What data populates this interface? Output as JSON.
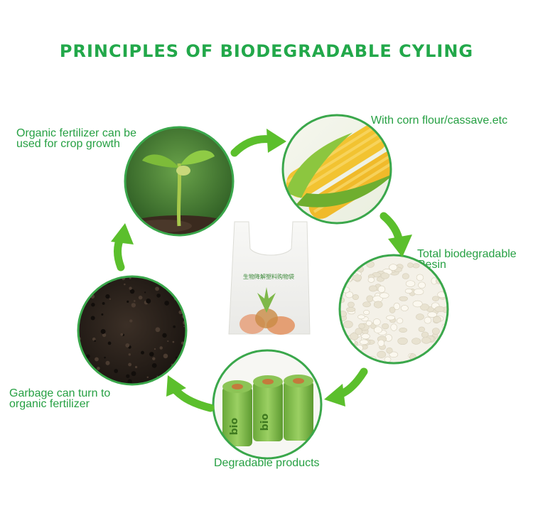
{
  "title": "PRINCIPLES OF BIODEGRADABLE CYLING",
  "colors": {
    "accent": "#22a84a",
    "arrow": "#5bbf2c",
    "ring": "#3aa74b"
  },
  "stages": [
    {
      "id": "corn",
      "label": "With corn flour/cassave.etc"
    },
    {
      "id": "resin",
      "label_lines": [
        "Total biodegradable",
        "Resin"
      ]
    },
    {
      "id": "products",
      "label": "Degradable products"
    },
    {
      "id": "garbage",
      "label_lines": [
        "Garbage can turn to",
        "organic fertilizer"
      ]
    },
    {
      "id": "sprout",
      "label_lines": [
        "Organic fertilizer can be",
        "used for crop growth"
      ]
    }
  ],
  "center": {
    "bag_text": "生物降解塑料购物袋",
    "roll_text": "bio"
  }
}
